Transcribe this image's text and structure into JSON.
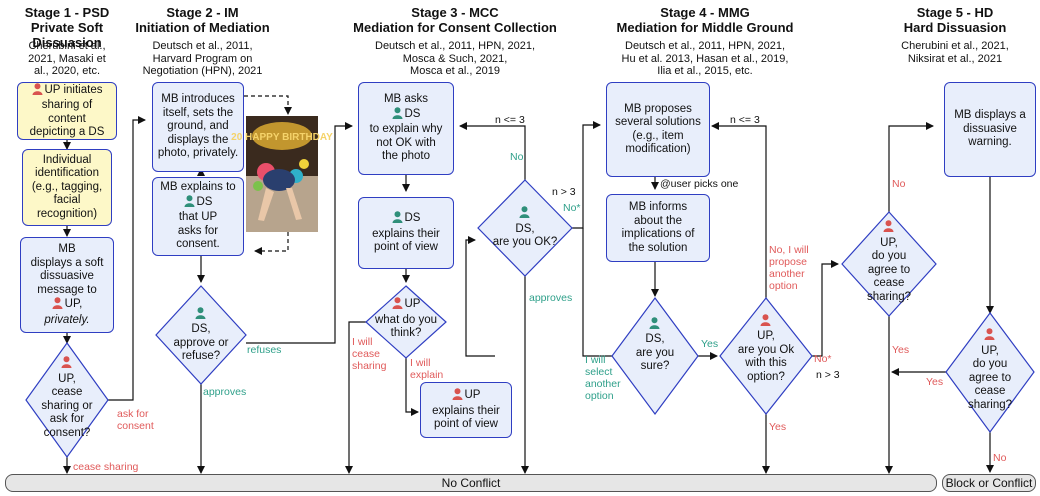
{
  "stages": [
    {
      "title_1": "Stage 1 - PSD",
      "title_2": "Private Soft Dissuasion",
      "refs": [
        "Cherubini et al.,",
        "2021, Masaki et",
        "al., 2020, etc."
      ]
    },
    {
      "title_1": "Stage 2 - IM",
      "title_2": "Initiation of Mediation",
      "refs": [
        "Deutsch et al., 2011,",
        "Harvard Program on",
        "Negotiation (HPN), 2021"
      ]
    },
    {
      "title_1": "Stage 3 - MCC",
      "title_2": "Mediation for Consent Collection",
      "refs": [
        "Deutsch et al., 2011, HPN, 2021,",
        "Mosca & Such, 2021,",
        "Mosca et al., 2019"
      ]
    },
    {
      "title_1": "Stage 4 - MMG",
      "title_2": "Mediation for Middle Ground",
      "refs": [
        "Deutsch et al., 2011, HPN, 2021,",
        "Hu et al. 2013, Hasan et al., 2019,",
        "Ilia et al., 2015, etc."
      ]
    },
    {
      "title_1": "Stage 5 - HD",
      "title_2": "Hard Dissuasion",
      "refs": [
        "Cherubini et al., 2021,",
        "Niksirat et al., 2021"
      ]
    }
  ],
  "nodes": {
    "up_initiates": {
      "person": "UP",
      "lines": [
        "initiates",
        "sharing of",
        "content",
        "depicting a DS"
      ]
    },
    "individual_id": {
      "lines": [
        "Individual",
        "identification",
        "(e.g., tagging,",
        "facial",
        "recognition)"
      ]
    },
    "mb_soft": {
      "lines": [
        "MB",
        "displays a soft",
        "dissuasive",
        "message to"
      ],
      "person": "UP,",
      "last": "privately."
    },
    "d_up_cease": {
      "person": "",
      "lines": [
        "UP,",
        "cease",
        "sharing or",
        "ask for",
        "consent?"
      ]
    },
    "mb_introduces": {
      "lines": [
        "MB introduces",
        "itself, sets the",
        "ground, and",
        "displays the",
        "photo, privately."
      ]
    },
    "mb_explains": {
      "line1": "MB explains to",
      "person": "DS",
      "lines": [
        "that UP",
        "asks for",
        "consent."
      ]
    },
    "d_ds_approve": {
      "lines": [
        "DS,",
        "approve or",
        "refuse?"
      ]
    },
    "mb_asks": {
      "line1": "MB asks",
      "person": "DS",
      "lines": [
        "to explain why",
        "not OK with",
        "the photo"
      ]
    },
    "ds_explains": {
      "person": "DS",
      "lines": [
        "explains their",
        "point of view"
      ]
    },
    "d_ds_ok": {
      "lines": [
        "DS,",
        "are you OK?"
      ]
    },
    "d_up_think": {
      "person": "UP",
      "lines": [
        "what do you",
        "think?"
      ]
    },
    "up_explains": {
      "person": "UP",
      "lines": [
        "explains their",
        "point of view"
      ]
    },
    "mb_proposes": {
      "lines": [
        "MB proposes",
        "several solutions",
        "(e.g., item",
        "modification)"
      ]
    },
    "mb_informs": {
      "lines": [
        "MB informs",
        "about the",
        "implications of",
        "the solution"
      ]
    },
    "d_ds_sure": {
      "lines": [
        "DS,",
        "are you",
        "sure?"
      ]
    },
    "d_up_okoption": {
      "lines": [
        "UP,",
        "are you Ok",
        "with this",
        "option?"
      ]
    },
    "mb_warning": {
      "lines": [
        "MB displays a",
        "dissuasive",
        "warning."
      ]
    },
    "d_up_agree1": {
      "lines": [
        "UP,",
        "do you",
        "agree to",
        "cease",
        "sharing?"
      ]
    },
    "d_up_agree2": {
      "lines": [
        "UP,",
        "do you",
        "agree to",
        "cease",
        "sharing?"
      ]
    }
  },
  "labels": {
    "ask_for_consent": [
      "ask for",
      "consent"
    ],
    "cease_sharing": "cease sharing",
    "refuses": "refuses",
    "approves_2": "approves",
    "n_le_3_a": "n <= 3",
    "no_3": "No",
    "n_gt_3": "n > 3",
    "no_star": "No*",
    "approves_3": "approves",
    "i_will_cease": [
      "I will",
      "cease",
      "sharing"
    ],
    "i_will_explain": [
      "I will",
      "explain"
    ],
    "user_picks": "@user picks one",
    "n_le_3_b": "n <= 3",
    "no_i_will_propose": [
      "No, I will",
      "propose",
      "another",
      "option"
    ],
    "yes_4a": "Yes",
    "i_will_select": [
      "I will",
      "select",
      "another",
      "option"
    ],
    "no_star_4": "No*",
    "n_gt_3_4": "n > 3",
    "yes_4b": "Yes",
    "no_5a": "No",
    "yes_5a": "Yes",
    "yes_5b": "Yes",
    "no_5b": "No"
  },
  "bars": {
    "no_conflict": "No Conflict",
    "block_or_conflict": "Block or Conflict"
  },
  "photo": {
    "balloon_text": "20 HAPPY BIRTHDAY"
  },
  "colors": {
    "box_border": "#2f3ec2",
    "box_fill": "#e8eefb",
    "yellow_fill": "#fdf8c8",
    "red": "#e05a5a",
    "green": "#2fa08a",
    "up_person": "#d9534f",
    "ds_person": "#2f8f7a"
  }
}
